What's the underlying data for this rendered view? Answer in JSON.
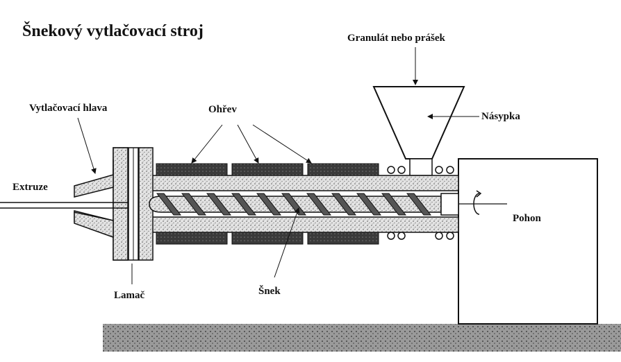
{
  "title": "Šnekový vytlačovací stroj",
  "labels": {
    "input": "Granulát nebo prášek",
    "heating": "Ohřev",
    "die_head": "Vytlačovací hlava",
    "hopper": "Násypka",
    "extrusion": "Extruze",
    "drive": "Pohon",
    "breaker_plate": "Lamač",
    "screw": "Šnek"
  },
  "colors": {
    "ink": "#111111",
    "stipple": "#d9d9d9",
    "heater": "#3a3a3a",
    "ground": "#8a8a8a"
  }
}
